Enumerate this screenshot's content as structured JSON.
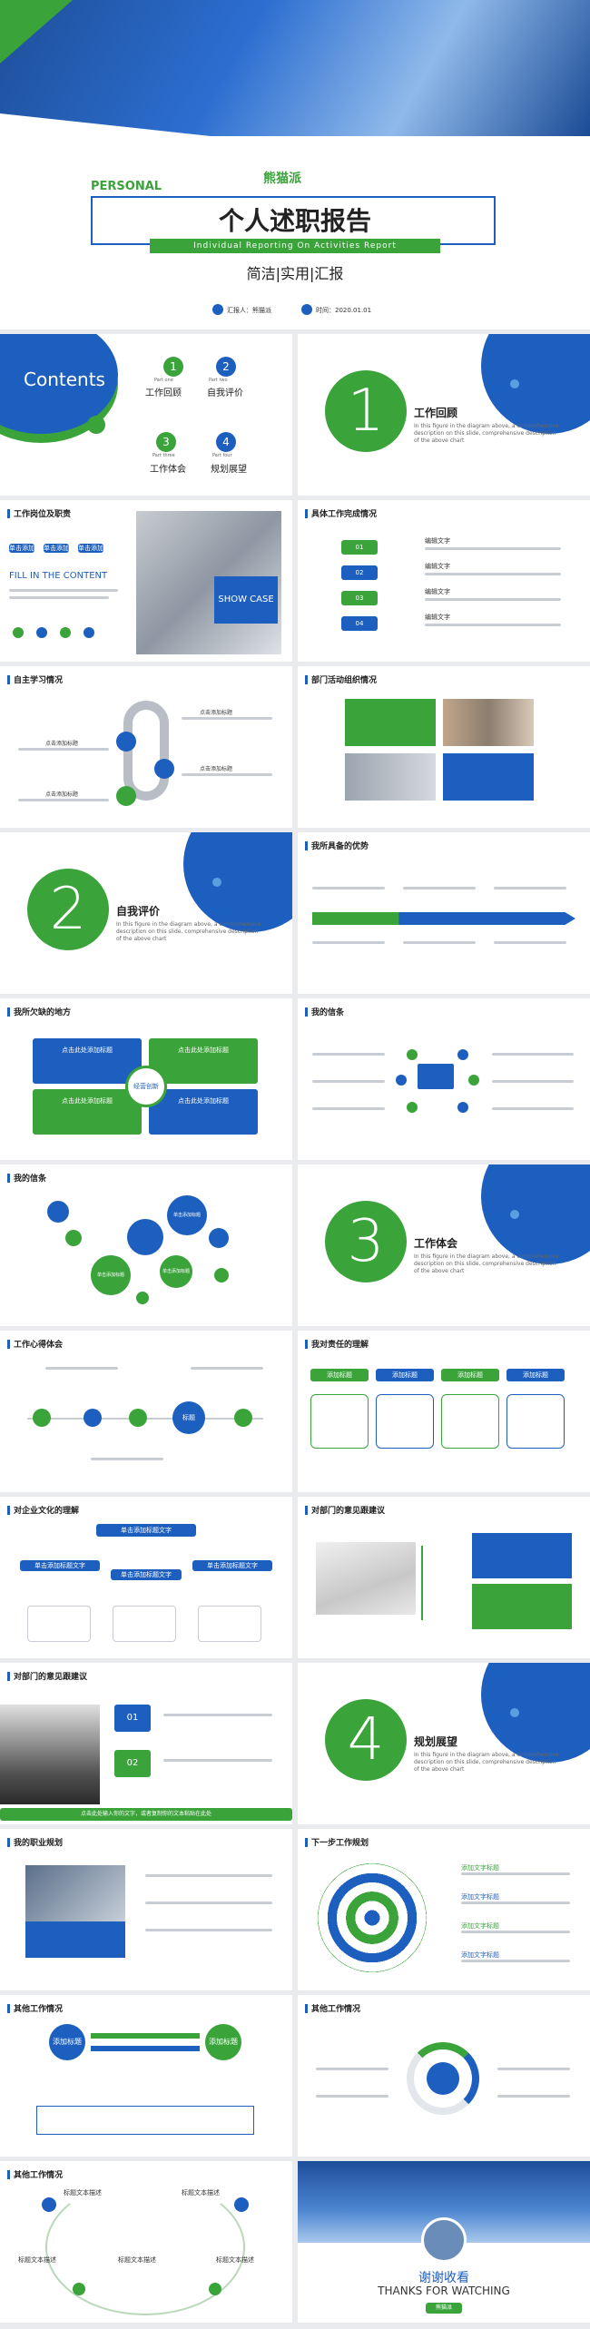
{
  "cover": {
    "tag": "PERSONAL",
    "logo": "熊猫派",
    "title": "个人述职报告",
    "subtitle": "Individual Reporting On Activities Report",
    "slogan": "简洁|实用|汇报",
    "reporter": "汇报人：熊猫派",
    "date": "时间：2020.01.01"
  },
  "contents": {
    "title": "Contents",
    "items": [
      {
        "num": "1",
        "part": "Part one",
        "label": "工作回顾"
      },
      {
        "num": "2",
        "part": "Part two",
        "label": "自我评价"
      },
      {
        "num": "3",
        "part": "Part three",
        "label": "工作体会"
      },
      {
        "num": "4",
        "part": "Part four",
        "label": "规划展望"
      }
    ]
  },
  "sections": [
    {
      "num": "1",
      "title": "工作回顾"
    },
    {
      "num": "2",
      "title": "自我评价"
    },
    {
      "num": "3",
      "title": "工作体会"
    },
    {
      "num": "4",
      "title": "规划展望"
    }
  ],
  "section_desc": "In this figure in the diagram above, a comprehensive description on this slide, comprehensive description of the above chart",
  "s3": {
    "title": "工作岗位及职责",
    "fill": "FILL IN THE CONTENT",
    "show": "SHOW CASE",
    "btns": [
      "单击添加",
      "单击添加",
      "单击添加"
    ]
  },
  "s4": {
    "title": "具体工作完成情况",
    "items": [
      "01",
      "02",
      "03",
      "04"
    ],
    "label": "编辑文字"
  },
  "s5": {
    "title": "自主学习情况",
    "label": "点击添加标题"
  },
  "s6": {
    "title": "部门活动组织情况"
  },
  "s8": {
    "title": "我所具备的优势"
  },
  "s9": {
    "title": "我所欠缺的地方",
    "center": "经营创新",
    "boxes": [
      "点击此处添加标题",
      "点击此处添加标题",
      "点击此处添加标题",
      "点击此处添加标题"
    ]
  },
  "s10": {
    "title": "我的信条"
  },
  "s11": {
    "title": "我的信条",
    "nodes": [
      "单击添加标题",
      "单击添加标题",
      "单击添加标题"
    ]
  },
  "s13": {
    "title": "工作心得体会",
    "center": "标题"
  },
  "s14": {
    "title": "我对责任的理解",
    "tabs": [
      "添加标题",
      "添加标题",
      "添加标题",
      "添加标题"
    ]
  },
  "s15": {
    "title": "对企业文化的理解",
    "top": "单击添加标题文字",
    "mid": [
      "单击添加标题文字",
      "单击添加标题文字",
      "单击添加标题文字"
    ]
  },
  "s16": {
    "title": "对部门的意见跟建议"
  },
  "s17": {
    "title": "对部门的意见跟建议",
    "steps": [
      "01",
      "02"
    ],
    "bar": "点击此处输入你的文字，或者复制你的文本粘贴在此处"
  },
  "s19": {
    "title": "我的职业规划"
  },
  "s20": {
    "title": "下一步工作规划",
    "items": [
      "添加文字标题",
      "添加文字标题",
      "添加文字标题",
      "添加文字标题"
    ]
  },
  "s21": {
    "title": "其他工作情况",
    "left": "添加标题",
    "right": "添加标题"
  },
  "s22": {
    "title": "其他工作情况"
  },
  "s23": {
    "title": "其他工作情况",
    "items": [
      "标题文本描述",
      "标题文本描述",
      "标题文本描述",
      "标题文本描述",
      "标题文本描述"
    ]
  },
  "end": {
    "cn": "谢谢收看",
    "en": "THANKS FOR WATCHING",
    "tag": "熊猫派"
  }
}
